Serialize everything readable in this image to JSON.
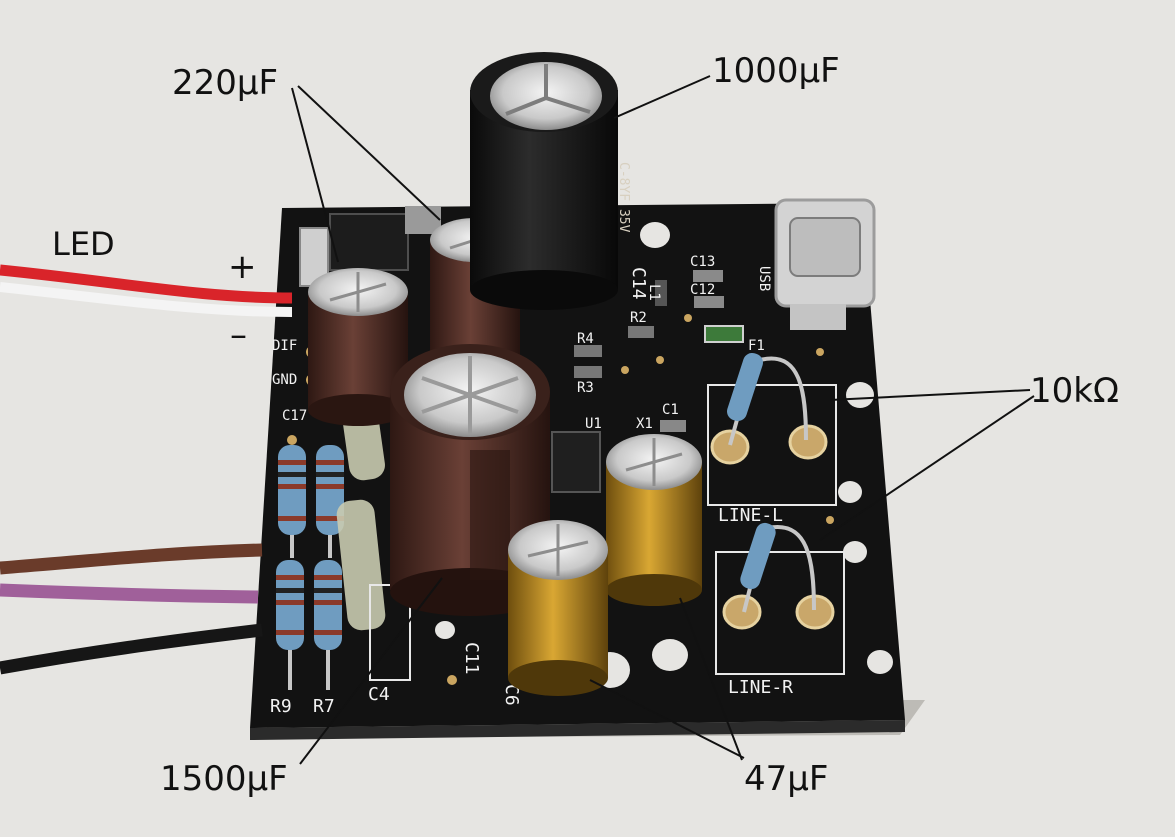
{
  "callouts": {
    "cap_220": "220µF",
    "cap_1000": "1000µF",
    "led": "LED",
    "plus": "+",
    "minus": "–",
    "res_10k": "10kΩ",
    "cap_1500": "1500µF",
    "cap_47": "47µF"
  },
  "board_silkscreen": {
    "c14": "C14",
    "l1": "L1",
    "c13": "C13",
    "c12": "C12",
    "usb": "USB",
    "r2": "R2",
    "f1": "F1",
    "r4": "R4",
    "r3": "R3",
    "u1": "U1",
    "c1": "C1",
    "x1": "X1",
    "dif": "DIF",
    "gnd": "GND",
    "c17": "C17",
    "line_l": "LINE-L",
    "line_r": "LINE-R",
    "c11": "C11",
    "c6": "C6",
    "c4": "C4",
    "r9": "R9",
    "r7": "R7"
  },
  "colors": {
    "background": "#e6e5e2",
    "pcb": "#121212",
    "silkscreen": "#f2f2f2",
    "cap_brown": "#4a2a22",
    "cap_gold": "#b8891e",
    "cap_black": "#141414",
    "resistor_blue": "#6f9cc0",
    "wire_red": "#d9242a",
    "wire_brown": "#6a3b2a",
    "wire_purple": "#a0609a",
    "wire_black": "#161616"
  }
}
